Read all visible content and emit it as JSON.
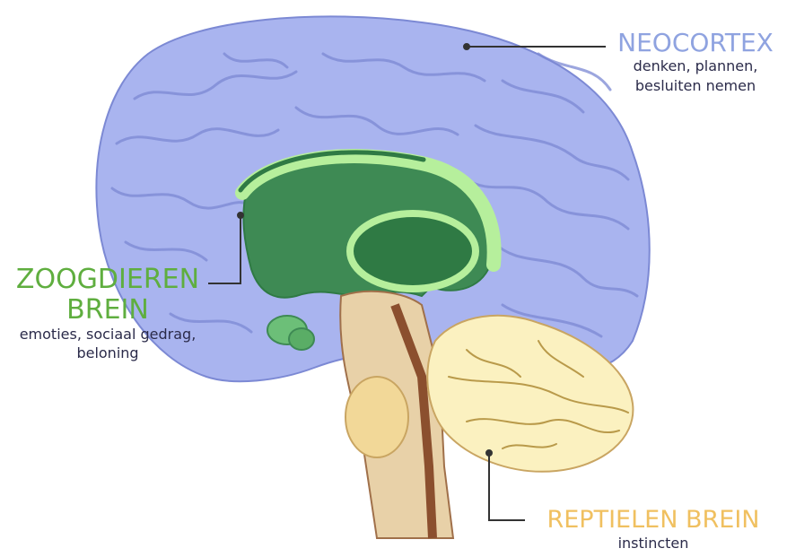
{
  "labels": {
    "neocortex": {
      "title": "NEOCORTEX",
      "description_lines": [
        "denken, plannen,",
        "besluiten nemen"
      ],
      "color": "#8fa3e0"
    },
    "zoogdieren": {
      "title_lines": [
        "ZOOGDIEREN",
        "BREIN"
      ],
      "description_lines": [
        "emoties, sociaal gedrag,",
        "beloning"
      ],
      "color": "#5fae3f"
    },
    "reptielen": {
      "title": "REPTIELEN BREIN",
      "description_lines": [
        "instincten"
      ],
      "color": "#f0c060"
    }
  },
  "colors": {
    "cortex_fill": "#a9b4ef",
    "cortex_dark": "#7c89d4",
    "limbic_dark": "#2f7a44",
    "limbic_light": "#b6ef9c",
    "brainstem": "#e8d1a8",
    "cerebellum": "#fbf1c0",
    "leader_line": "#333333"
  }
}
